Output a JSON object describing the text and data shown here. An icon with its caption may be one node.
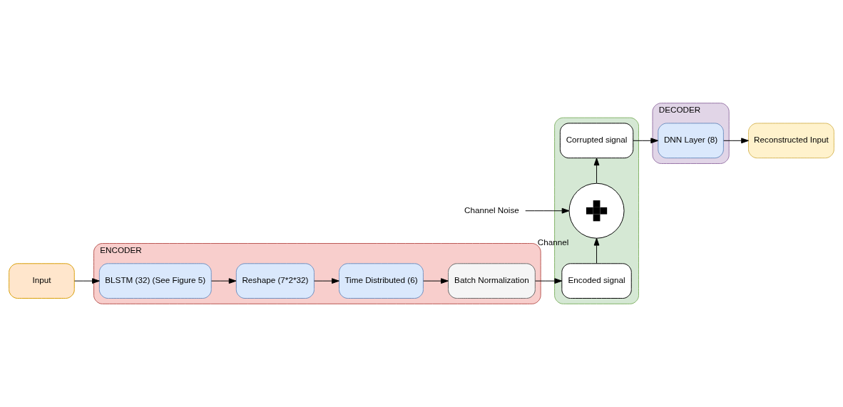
{
  "diagram": {
    "nodes": [
      {
        "text": [
          "ENCODER"
        ]
      },
      {
        "text": [
          "Input"
        ]
      },
      {
        "text": [
          "BLSTM (32) (See Figure 5)"
        ],
        "in": 0
      },
      {
        "text": [
          "Reshape (7*2*32)"
        ],
        "in": 0
      },
      {
        "text": [
          "Time Distributed (6)"
        ],
        "in": 0
      },
      {
        "text": [
          "Batch Normalization"
        ],
        "in": 0
      },
      {
        "text": [],
        "shape": "box"
      },
      {
        "text": [
          "Encoded signal"
        ],
        "in": 6
      },
      {
        "text": [],
        "shape": "circle",
        "beside": [
          "Channel"
        ],
        "in": 6
      },
      {
        "text": [
          "Channel Noise"
        ]
      },
      {
        "text": [
          "Corrupted signal"
        ],
        "in": 6
      },
      {
        "text": [
          "DECODER"
        ]
      },
      {
        "text": [
          "DNN Layer (8)"
        ],
        "in": 11
      },
      {
        "text": [
          "Reconstructed Input"
        ]
      }
    ],
    "edges": [
      {
        "from": 1,
        "to": 2,
        "arrow": "to"
      },
      {
        "from": 2,
        "to": 3,
        "arrow": "to"
      },
      {
        "from": 3,
        "to": 4,
        "arrow": "to"
      },
      {
        "from": 4,
        "to": 5,
        "arrow": "to"
      },
      {
        "from": 5,
        "to": 7,
        "arrow": "to"
      },
      {
        "from": 7,
        "to": 8,
        "arrow": "to"
      },
      {
        "from": 9,
        "to": 8,
        "arrow": "to"
      },
      {
        "from": 8,
        "to": 10,
        "arrow": "to"
      },
      {
        "from": 10,
        "to": 12,
        "arrow": "to"
      },
      {
        "from": 12,
        "to": 13,
        "arrow": "to"
      }
    ]
  }
}
